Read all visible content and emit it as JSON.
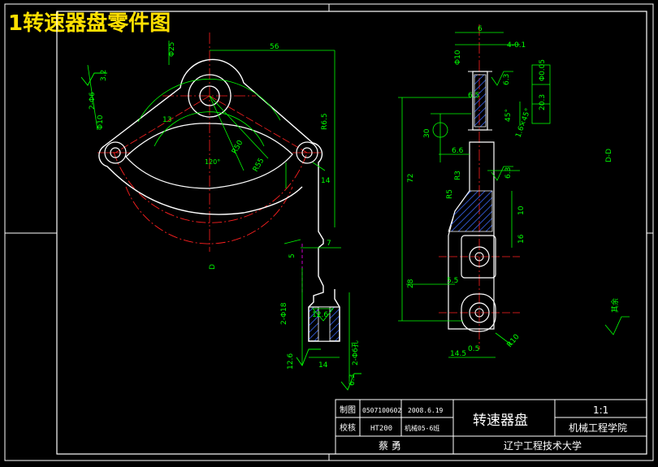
{
  "title": "1转速器盘零件图",
  "colors": {
    "background": "#000000",
    "outline": "#ffffff",
    "dimension": "#00ff00",
    "centerline": "#ff2020",
    "hatch": "#3c6cff",
    "title_text": "#ffe000"
  },
  "front_view": {
    "labels": {
      "d25": "Φ25",
      "w56": "56",
      "r65": "R6.5",
      "ang120": "120°",
      "r50": "R50",
      "r55": "R55",
      "v13": "13",
      "v14": "14",
      "v7": "7",
      "v5": "5",
      "hole": "2-Φ6",
      "d10": "Φ10",
      "r32": "3.2",
      "r65b": "2-Φ6",
      "d126": "12.6",
      "d2": "2-Φ18",
      "v14b": "14",
      "v126b": "12.6",
      "d3b": "2-Φ6孔",
      "r63": "6.3",
      "section_mark": "D"
    }
  },
  "side_view": {
    "labels": {
      "v6": "6",
      "v4": "4-0.1",
      "v10": "Φ10",
      "v63a": "6.3",
      "v65": "6.5",
      "ang45": "45°",
      "v6x": "1.6×45°",
      "v66": "6.6",
      "v30": "30",
      "v13": "R3",
      "v72": "72",
      "v63b": "6.3",
      "v25": "R5",
      "v10b": "10",
      "v16": "16",
      "v28": "28",
      "v55": "5.5",
      "v145": "14.5",
      "v6b": "0.5",
      "r10": "R10",
      "tol": "Φ0.05",
      "v203": "20.3",
      "section_mark": "D-D",
      "other": "其余"
    }
  },
  "title_block": {
    "drawn_label": "制图",
    "student_id": "0507100602",
    "date": "2008.6.19",
    "check_label": "校核",
    "material": "HT200",
    "class": "机械05-6班",
    "part_name": "转速器盘",
    "scale": "1:1",
    "department": "机械工程学院",
    "author": "蔡  勇",
    "university": "辽宁工程技术大学"
  }
}
